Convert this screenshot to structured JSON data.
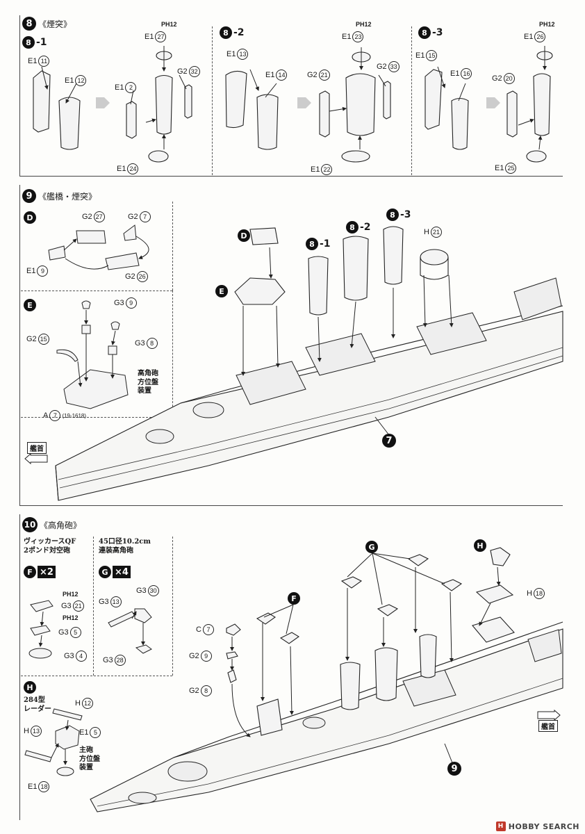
{
  "step8": {
    "num": "8",
    "title": "《煙突》",
    "sub1": {
      "num": "8",
      "suffix": "-1"
    },
    "sub2": {
      "num": "8",
      "suffix": "-2"
    },
    "sub3": {
      "num": "8",
      "suffix": "-3"
    },
    "parts1": {
      "e1_11": {
        "sprue": "E1",
        "num": "11"
      },
      "e1_12": {
        "sprue": "E1",
        "num": "12"
      },
      "e1_2": {
        "sprue": "E1",
        "num": "2"
      },
      "e1_27": {
        "sprue": "E1",
        "num": "27"
      },
      "g2_32": {
        "sprue": "G2",
        "num": "32"
      },
      "e1_24": {
        "sprue": "E1",
        "num": "24"
      },
      "ph12": "PH12"
    },
    "parts2": {
      "e1_13": {
        "sprue": "E1",
        "num": "13"
      },
      "e1_14": {
        "sprue": "E1",
        "num": "14"
      },
      "g2_21": {
        "sprue": "G2",
        "num": "21"
      },
      "e1_23": {
        "sprue": "E1",
        "num": "23"
      },
      "g2_33": {
        "sprue": "G2",
        "num": "33"
      },
      "e1_22": {
        "sprue": "E1",
        "num": "22"
      },
      "ph12": "PH12"
    },
    "parts3": {
      "e1_15": {
        "sprue": "E1",
        "num": "15"
      },
      "e1_16": {
        "sprue": "E1",
        "num": "16"
      },
      "g2_20": {
        "sprue": "G2",
        "num": "20"
      },
      "e1_26": {
        "sprue": "E1",
        "num": "26"
      },
      "e1_25": {
        "sprue": "E1",
        "num": "25"
      },
      "ph12": "PH12"
    }
  },
  "step9": {
    "num": "9",
    "title": "《艦橋・煙突》",
    "D": {
      "letter": "D",
      "g2_27": {
        "sprue": "G2",
        "num": "27"
      },
      "g2_7": {
        "sprue": "G2",
        "num": "7"
      },
      "e1_9": {
        "sprue": "E1",
        "num": "9"
      },
      "g2_26": {
        "sprue": "G2",
        "num": "26"
      }
    },
    "E": {
      "letter": "E",
      "g3_9": {
        "sprue": "G3",
        "num": "9"
      },
      "g3_8": {
        "sprue": "G3",
        "num": "8"
      },
      "g2_15": {
        "sprue": "G2",
        "num": "15"
      },
      "a7": {
        "sprue": "A",
        "num": "7"
      },
      "a7_note": "(19-1618)",
      "jp1": "高角砲",
      "jp2": "方位盤",
      "jp3": "装置"
    },
    "main": {
      "D": "D",
      "E": "E",
      "s81": {
        "num": "8",
        "suffix": "-1"
      },
      "s82": {
        "num": "8",
        "suffix": "-2"
      },
      "s83": {
        "num": "8",
        "suffix": "-3"
      },
      "h21": {
        "sprue": "H",
        "num": "21"
      },
      "ref7": "7",
      "bow": "艦首"
    }
  },
  "step10": {
    "num": "10",
    "title": "《高角砲》",
    "F": {
      "jp1": "ヴィッカースQF",
      "jp2": "2ポンド対空砲",
      "letter": "F",
      "mult": "×2",
      "ph12a": "PH12",
      "g3_21": {
        "sprue": "G3",
        "num": "21"
      },
      "ph12b": "PH12",
      "g3_5": {
        "sprue": "G3",
        "num": "5"
      },
      "g3_4": {
        "sprue": "G3",
        "num": "4"
      }
    },
    "G": {
      "jp1": "45口径10.2cm",
      "jp2": "連装高角砲",
      "letter": "G",
      "mult": "×4",
      "g3_13": {
        "sprue": "G3",
        "num": "13"
      },
      "g3_30": {
        "sprue": "G3",
        "num": "30"
      },
      "g3_28": {
        "sprue": "G3",
        "num": "28"
      }
    },
    "H": {
      "letter": "H",
      "jp1": "284型",
      "jp2": "レーダー",
      "h12": {
        "sprue": "H",
        "num": "12"
      },
      "h13": {
        "sprue": "H",
        "num": "13"
      },
      "e1_5": {
        "sprue": "E1",
        "num": "5"
      },
      "jp3": "主砲",
      "jp4": "方位盤",
      "jp5": "装置",
      "e1_18": {
        "sprue": "E1",
        "num": "18"
      }
    },
    "main": {
      "c7": {
        "sprue": "C",
        "num": "7"
      },
      "g2_9": {
        "sprue": "G2",
        "num": "9"
      },
      "g2_8": {
        "sprue": "G2",
        "num": "8"
      },
      "F": "F",
      "G": "G",
      "H": "H",
      "h18": {
        "sprue": "H",
        "num": "18"
      },
      "ref9": "9",
      "bow": "艦首"
    }
  },
  "watermark": "HOBBY SEARCH"
}
